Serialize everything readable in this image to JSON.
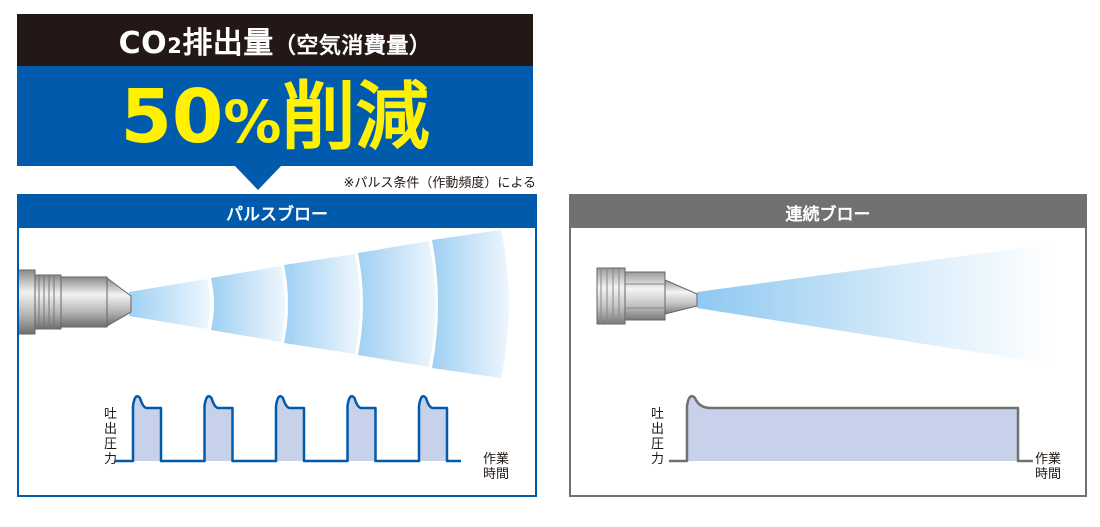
{
  "banner": {
    "title_main": "CO",
    "title_sub": "2",
    "title_rest": "排出量",
    "title_paren": "（空気消費量）",
    "headline_num": "50",
    "headline_pct": "%",
    "headline_word": "削減",
    "note": "※パルス条件（作動頻度）による"
  },
  "panels": {
    "pulse": {
      "title": "パルスブロー",
      "y_label_chars": [
        "吐",
        "出",
        "圧",
        "力"
      ],
      "x_label_lines": [
        "作業",
        "時間"
      ]
    },
    "continuous": {
      "title": "連続ブロー",
      "y_label_chars": [
        "吐",
        "出",
        "圧",
        "力"
      ],
      "x_label_lines": [
        "作業",
        "時間"
      ]
    }
  },
  "chart_data": [
    {
      "type": "line",
      "panel": "pulse",
      "description_pattern": "pulse",
      "pulse_count": 5,
      "xlabel": "作業時間",
      "ylabel": "吐出圧力"
    },
    {
      "type": "line",
      "panel": "continuous",
      "description_pattern": "continuous",
      "xlabel": "作業時間",
      "ylabel": "吐出圧力"
    }
  ],
  "colors": {
    "banner_dark": "#231815",
    "banner_blue": "#005bac",
    "headline_yellow": "#fff100",
    "panel_gray": "#727171",
    "chart_fill": "#c7d2ea",
    "pulse_line": "#005bac",
    "continuous_line": "#727171"
  }
}
